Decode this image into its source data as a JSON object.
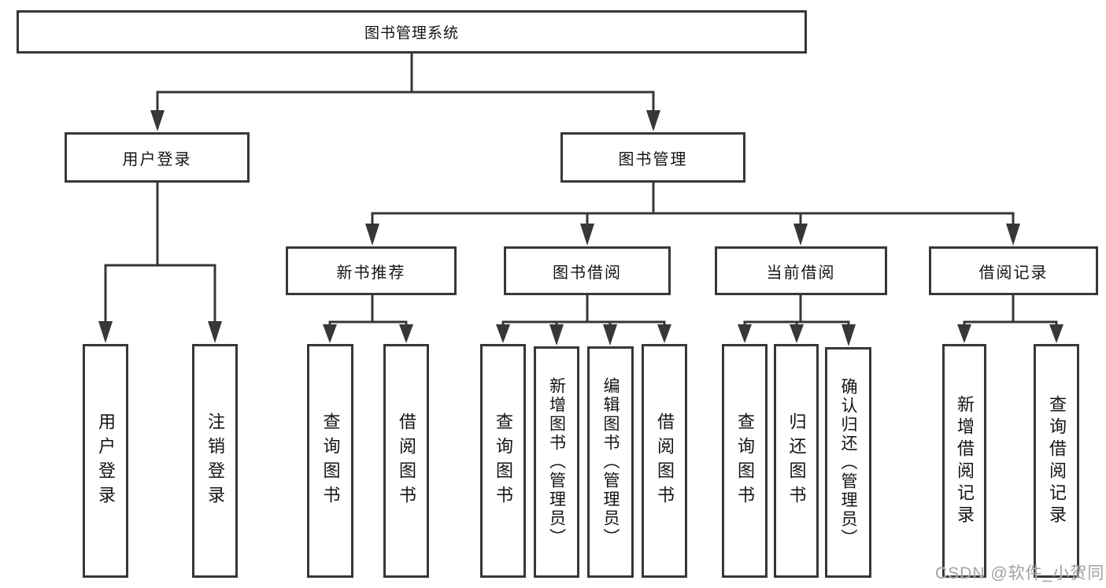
{
  "root": {
    "label": "图书管理系统"
  },
  "user_login": {
    "label": "用户登录",
    "leaves": [
      {
        "label": "用户登录"
      },
      {
        "label": "注销登录"
      }
    ]
  },
  "book_mgmt": {
    "label": "图书管理",
    "groups": [
      {
        "label": "新书推荐",
        "leaves": [
          {
            "label": "查询图书"
          },
          {
            "label": "借阅图书"
          }
        ]
      },
      {
        "label": "图书借阅",
        "leaves": [
          {
            "label": "查询图书"
          },
          {
            "label": "新增图书（管理员）"
          },
          {
            "label": "编辑图书（管理员）"
          },
          {
            "label": "借阅图书"
          }
        ]
      },
      {
        "label": "当前借阅",
        "leaves": [
          {
            "label": "查询图书"
          },
          {
            "label": "归还图书"
          },
          {
            "label": "确认归还（管理员）"
          }
        ]
      },
      {
        "label": "借阅记录",
        "leaves": [
          {
            "label": "新增借阅记录"
          },
          {
            "label": "查询借阅记录"
          }
        ]
      }
    ]
  },
  "watermark": {
    "text": "CSDN @软件_小贺同学"
  },
  "colors": {
    "line": "#373737",
    "text": "#141414",
    "watermark": "#a2a2a2",
    "background": "#ffffff"
  }
}
